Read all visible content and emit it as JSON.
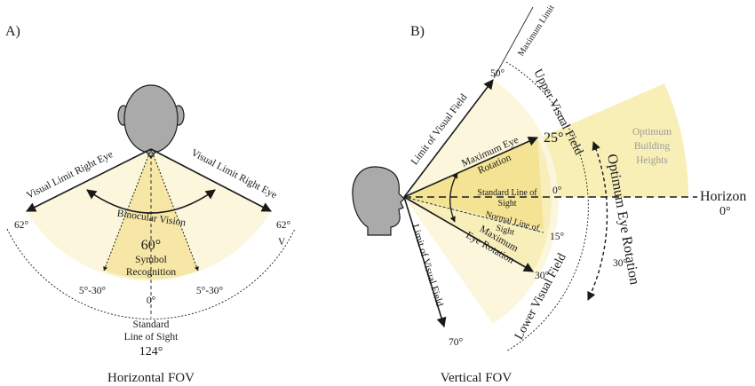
{
  "colors": {
    "outer_fan": "#fbf6dc",
    "mid_fan": "#f8eeba",
    "inner_fan": "#f5e394",
    "building_fan": "#f8efb6",
    "head": "#aaaaaa",
    "ink": "#1a1a1a",
    "muted_text": "#9b9b9b"
  },
  "horizontal": {
    "panel_label": "A)",
    "caption": "Horizontal FOV",
    "visual_limit_left": "Visual Limit Right Eye",
    "visual_limit_right": "Visual Limit Right Eye",
    "binocular": "Binocular Vision",
    "left_62": "62°",
    "right_62": "62°",
    "v_mark": "V",
    "symbol_deg": "60°",
    "symbol_line1": "Symbol",
    "symbol_line2": "Recognition",
    "range_left": "5°-30°",
    "range_right": "5°-30°",
    "zero": "0°",
    "standard_line1": "Standard",
    "standard_line2": "Line of Sight",
    "total": "124°"
  },
  "vertical": {
    "panel_label": "B)",
    "caption": "Vertical FOV",
    "maximum_limit": "Maximum Limit",
    "deg_50": "50°",
    "limit_upper": "Limit of Visual Field",
    "limit_lower": "Limit of Visual Field",
    "upper_visual_field": "Upper Visual Field",
    "lower_visual_field": "Lower Visual Field",
    "max_eye_rot_up1": "Maximum Eye",
    "max_eye_rot_up2": "Rotation",
    "deg_25": "25°",
    "std_los1": "Standard Line of",
    "std_los2": "Sight",
    "deg_0_inner": "0°",
    "normal_los1": "Normal Line of",
    "normal_los2": "Sight",
    "deg_15": "15°",
    "max_eye_rot_dn1": "Maximum",
    "max_eye_rot_dn2": "Eye Rotation",
    "deg_30_inner": "30°",
    "deg_70": "70°",
    "optimum_building1": "Optimum",
    "optimum_building2": "Building",
    "optimum_building3": "Heights",
    "optimum_eye_rotation": "Optimum Eye Rotation",
    "deg_30_outer": "30°",
    "horizon": "Horizon",
    "horizon_deg": "0°"
  }
}
